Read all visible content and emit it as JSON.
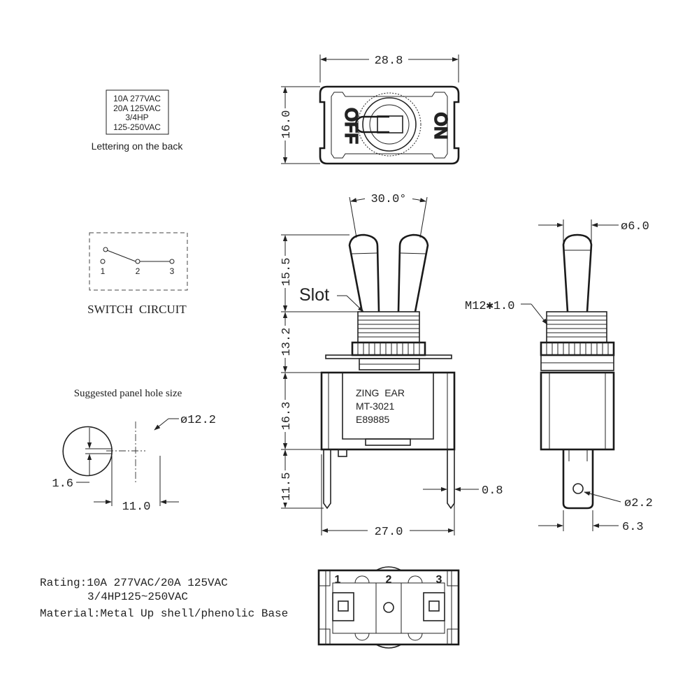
{
  "back_lettering": {
    "lines": [
      "10A 277VAC",
      "20A 125VAC",
      "3/4HP",
      "125-250VAC"
    ],
    "caption": "Lettering on the back"
  },
  "switch_circuit": {
    "terminals": [
      "1",
      "2",
      "3"
    ],
    "caption": "SWITCH  CIRCUIT"
  },
  "panel_hole": {
    "caption": "Suggested panel hole size",
    "diameter": "ø12.2",
    "key_width": "1.6",
    "flat_width": "11.0"
  },
  "top_view": {
    "width": "28.8",
    "height": "16.0",
    "off_label": "OFF",
    "on_label": "ON"
  },
  "front_view": {
    "angle": "30.0°",
    "lever_height": "15.5",
    "bushing_height": "13.2",
    "body_height": "16.3",
    "terminal_height": "11.5",
    "width": "27.0",
    "terminal_thickness": "0.8",
    "slot_label": "Slot",
    "brand": "ZING  EAR",
    "model": "MT-3021",
    "cert": "E89885"
  },
  "side_view": {
    "lever_diameter": "ø6.0",
    "thread": "M12✱1.0",
    "hole_diameter": "ø2.2",
    "terminal_width": "6.3"
  },
  "bottom_view": {
    "terminals": [
      "1",
      "2",
      "3"
    ]
  },
  "specs": {
    "rating_line1": "Rating:10A 277VAC/20A 125VAC",
    "rating_line2": "3/4HP125~250VAC",
    "material": "Material:Metal Up shell/phenolic Base"
  }
}
